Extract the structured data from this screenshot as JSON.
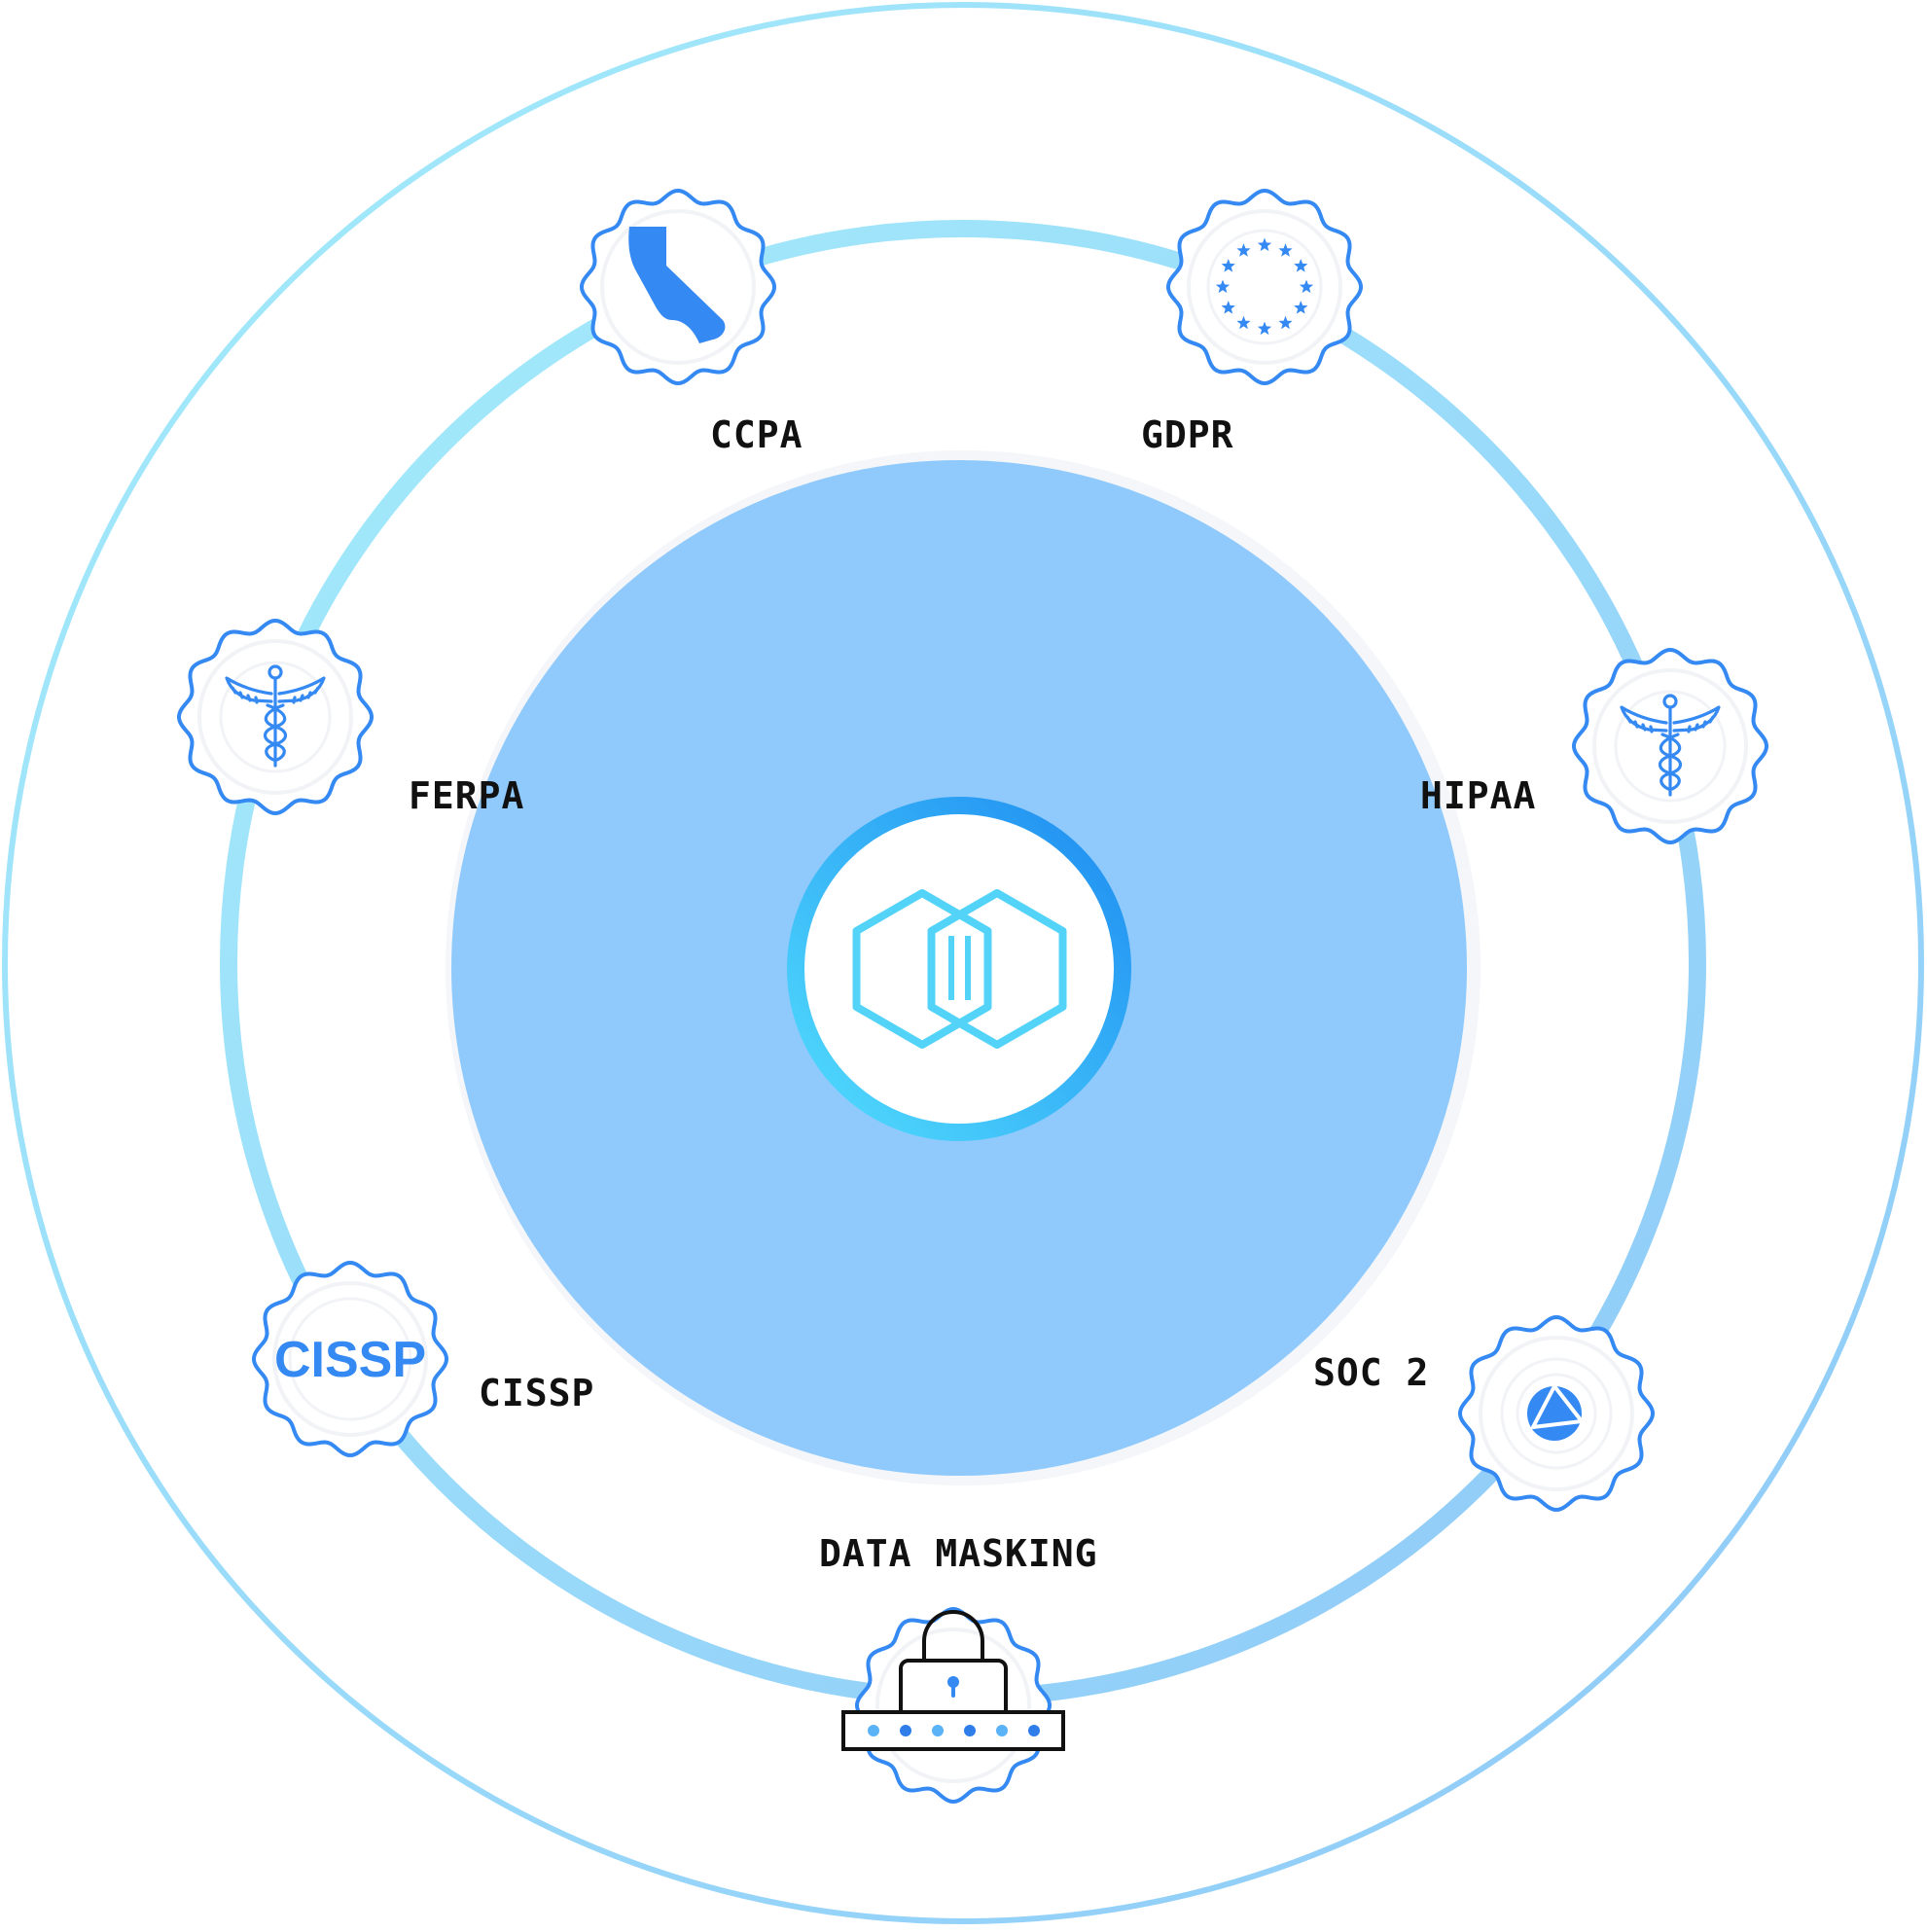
{
  "colors": {
    "accent": "#3589f2",
    "ring_light": "#9feaf9",
    "ring_mid": "#8fd0f8",
    "core_fill": "#90cafc",
    "badge_stroke": "#3589f2",
    "hex_stroke": "#53d3f7",
    "gradient_start": "#4fdcfc",
    "gradient_end": "#1f8ff2",
    "label_text": "#111111"
  },
  "center": {
    "icon": "linked-hexagons-icon"
  },
  "badges": [
    {
      "id": "ccpa",
      "label": "CCPA",
      "icon": "california-map-icon"
    },
    {
      "id": "gdpr",
      "label": "GDPR",
      "icon": "eu-stars-icon"
    },
    {
      "id": "ferpa",
      "label": "FERPA",
      "icon": "caduceus-icon"
    },
    {
      "id": "hipaa",
      "label": "HIPAA",
      "icon": "caduceus-icon"
    },
    {
      "id": "cissp",
      "label": "CISSP",
      "icon": "cissp-wordmark-icon",
      "icon_text": "CISSP"
    },
    {
      "id": "soc2",
      "label": "SOC 2",
      "icon": "aicpa-globe-icon"
    },
    {
      "id": "data-masking",
      "label": "DATA MASKING",
      "icon": "padlock-masked-password-icon"
    }
  ]
}
